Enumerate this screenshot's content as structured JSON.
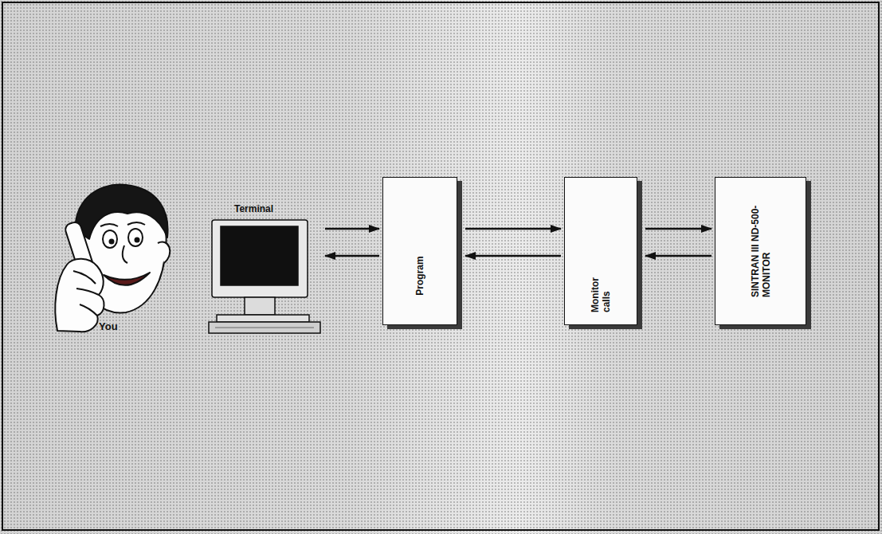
{
  "diagram": {
    "nodes": [
      {
        "text": [
          "Terminal"
        ]
      },
      {
        "text": [
          "Program"
        ]
      },
      {
        "text": [
          "Monitor calls"
        ]
      },
      {
        "text": [
          "SINTRAN III ND-500-MONITOR"
        ]
      }
    ],
    "edges": [
      {
        "from": 0,
        "to": 1,
        "arrow": "to"
      },
      {
        "from": 1,
        "to": 0,
        "arrow": "to"
      },
      {
        "from": 1,
        "to": 2,
        "arrow": "to"
      },
      {
        "from": 2,
        "to": 1,
        "arrow": "to"
      },
      {
        "from": 2,
        "to": 3,
        "arrow": "to"
      },
      {
        "from": 3,
        "to": 2,
        "arrow": "to"
      }
    ],
    "labels": [
      "You"
    ]
  }
}
